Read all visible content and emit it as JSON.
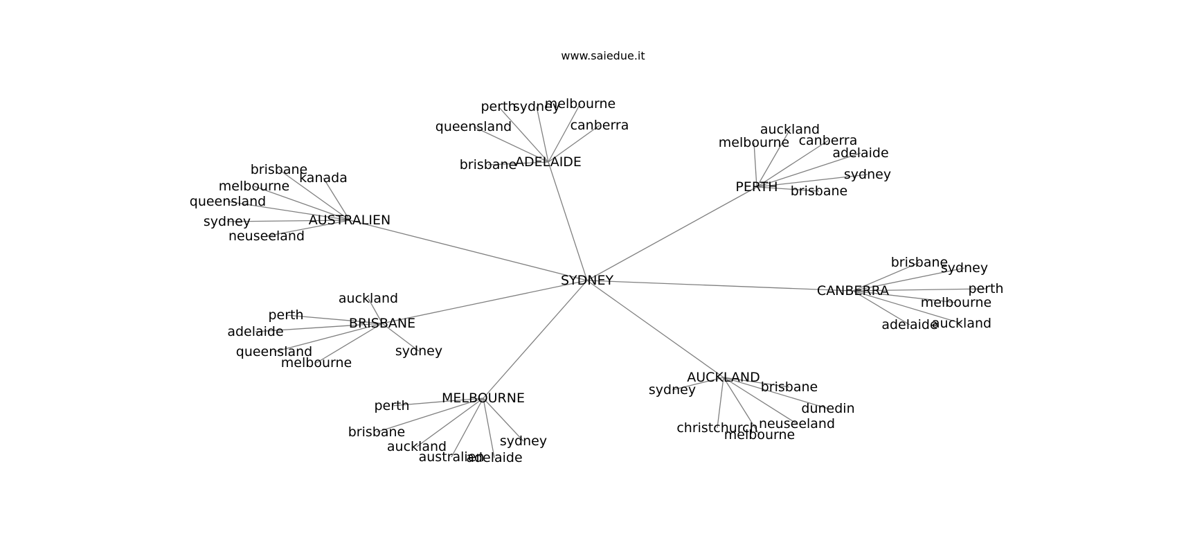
{
  "title": "www.saiedue.it",
  "colors": {
    "edge": "#7f7f7f",
    "text": "#000000",
    "background": "#ffffff"
  },
  "graph": {
    "root": "SYDNEY",
    "hubs": [
      {
        "label": "ADELAIDE",
        "leaves": [
          "perth",
          "sydney",
          "melbourne",
          "canberra",
          "queensland",
          "brisbane"
        ]
      },
      {
        "label": "PERTH",
        "leaves": [
          "auckland",
          "melbourne",
          "canberra",
          "adelaide",
          "sydney",
          "brisbane"
        ]
      },
      {
        "label": "AUSTRALIEN",
        "leaves": [
          "brisbane",
          "kanada",
          "melbourne",
          "queensland",
          "sydney",
          "neuseeland"
        ]
      },
      {
        "label": "CANBERRA",
        "leaves": [
          "brisbane",
          "sydney",
          "perth",
          "melbourne",
          "adelaide",
          "auckland"
        ]
      },
      {
        "label": "BRISBANE",
        "leaves": [
          "auckland",
          "perth",
          "adelaide",
          "queensland",
          "melbourne",
          "sydney"
        ]
      },
      {
        "label": "AUCKLAND",
        "leaves": [
          "sydney",
          "brisbane",
          "dunedin",
          "neuseeland",
          "christchurch",
          "melbourne"
        ]
      },
      {
        "label": "MELBOURNE",
        "leaves": [
          "perth",
          "brisbane",
          "auckland",
          "australien",
          "adelaide",
          "sydney"
        ]
      }
    ]
  }
}
